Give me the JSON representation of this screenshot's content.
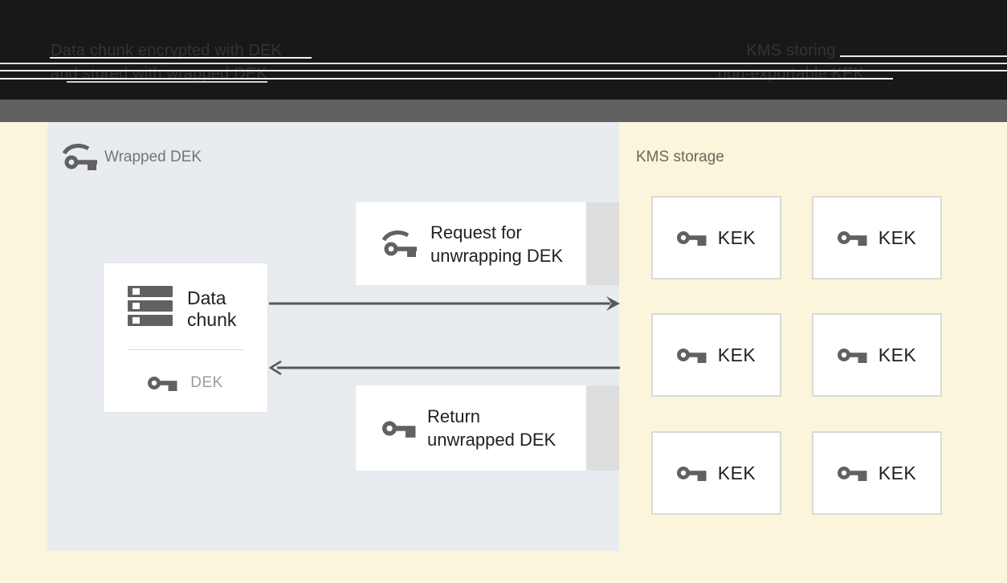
{
  "header": {
    "left": {
      "line1": "Data chunk encrypted with DEK",
      "line2": "and stored with wrapped DEK"
    },
    "right": {
      "line1": "KMS storing",
      "line2": "non-exportable KEK"
    }
  },
  "wrapped_dek_panel": {
    "title": "Wrapped DEK",
    "data_chunk_box": {
      "line1": "Data",
      "line2": "chunk",
      "key_label": "DEK"
    },
    "request_box": {
      "line1": "Request for",
      "line2": "unwrapping DEK"
    },
    "return_box": {
      "line1": "Return",
      "line2": "unwrapped DEK"
    }
  },
  "kms_storage": {
    "title": "KMS storage",
    "keys": [
      "KEK",
      "KEK",
      "KEK",
      "KEK",
      "KEK",
      "KEK"
    ]
  },
  "colors": {
    "header_bg": "#181818",
    "gray_band": "#616161",
    "canvas_bg": "#fbf5dc",
    "panel_bg": "#e8ebef",
    "box_bg": "#ffffff",
    "strip_gray": "#dedede",
    "icon_gray": "#616161",
    "arrow_gray": "#57585a",
    "text_dark": "#212121",
    "label_gray": "#757575",
    "kms_label": "#6d675c",
    "dek_label_gray": "#9b9b9b"
  }
}
